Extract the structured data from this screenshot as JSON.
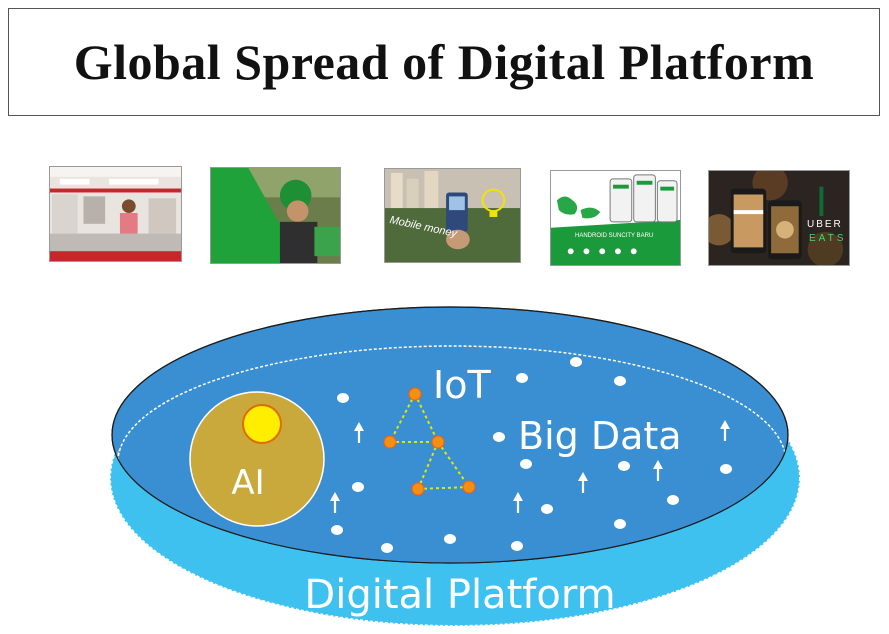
{
  "title": "Global Spread of Digital Platform",
  "photos": [
    {
      "name": "shop-counter-photo"
    },
    {
      "name": "ride-hailing-photo"
    },
    {
      "name": "mobile-money-photo",
      "caption": "Mobile money"
    },
    {
      "name": "app-screens-photo",
      "caption": "HANDROID SUNCITY BARU"
    },
    {
      "name": "uber-eats-photo",
      "caption_top": "UBER",
      "caption_bottom": "EATS"
    }
  ],
  "diagram": {
    "ai_label": "AI",
    "iot_label": "IoT",
    "bigdata_label": "Big Data",
    "platform_label": "Digital Platform"
  },
  "colors": {
    "platform_base": "#3fc1ef",
    "platform_top": "#3a8fd3",
    "platform_rim": "#a7b6d4",
    "ai_circle": "#c9a93b",
    "sun": "#ffee00",
    "node": "#f39014",
    "link": "#e4e600"
  }
}
